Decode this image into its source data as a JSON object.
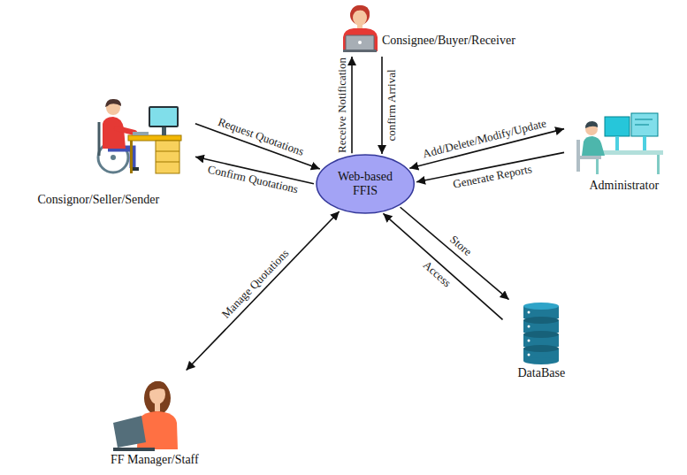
{
  "diagram": {
    "nodes": [
      {
        "text": [
          "Consignee/Buyer/Receiver"
        ]
      },
      {
        "text": [
          "Consignor/Seller/Sender"
        ]
      },
      {
        "text": [
          "Administrator"
        ]
      },
      {
        "text": [
          "Web-based FFIS"
        ]
      },
      {
        "text": [
          "DataBase"
        ]
      },
      {
        "text": [
          "FF Manager/Staff"
        ]
      }
    ],
    "edges": [
      {
        "from": 1,
        "to": 3,
        "label": "Request Quotations",
        "arrow": "to"
      },
      {
        "from": 3,
        "to": 1,
        "label": "Confirm Quotations",
        "arrow": "to"
      },
      {
        "from": 3,
        "to": 0,
        "label": "Receive Notification",
        "arrow": "to"
      },
      {
        "from": 0,
        "to": 3,
        "label": "confirm Arrival",
        "arrow": "to"
      },
      {
        "from": 2,
        "to": 3,
        "label": "Add/Delete/Modify/Update",
        "arrow": "both"
      },
      {
        "from": 2,
        "to": 3,
        "label": "Generate Reports",
        "arrow": "to"
      },
      {
        "from": 3,
        "to": 4,
        "label": "Store",
        "arrow": "to"
      },
      {
        "from": 4,
        "to": 3,
        "label": "Access",
        "arrow": "to"
      },
      {
        "from": 5,
        "to": 3,
        "label": "Manage Quotations",
        "arrow": "both"
      }
    ]
  }
}
